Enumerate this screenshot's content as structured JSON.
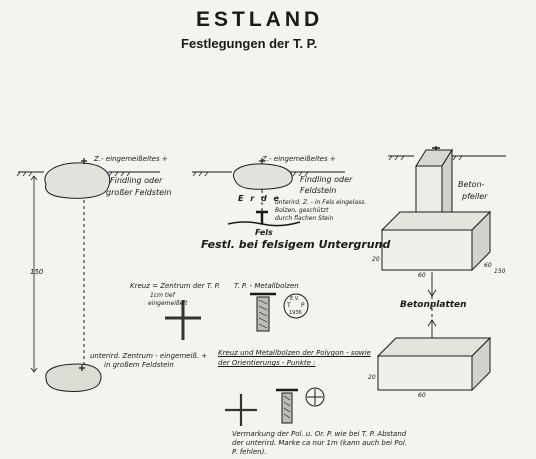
{
  "header": {
    "title": "ESTLAND",
    "subtitle": "Festlegungen der T. P."
  },
  "left_panel": {
    "mark_label": "Z.- eingemeißeltes +",
    "boulder_label_1": "Findling oder",
    "boulder_label_2": "großer Feldstein",
    "depth_label": "150",
    "under_label_1": "unterird. Zentrum - eingemeiß. +",
    "under_label_2": "in großem Feldstein"
  },
  "middle_panel": {
    "mark_label": "Z.- eingemeißeltes +",
    "boulder_label_1": "Findling oder",
    "boulder_label_2": "Feldstein",
    "earth_label": "E r d e",
    "bolt_note_1": "unterird. Z. - in Fels eingelass.",
    "bolt_note_2": "Bolzen, geschützt",
    "bolt_note_3": "durch flachen Stein",
    "rock_label": "Fels",
    "caption": "Festl. bei felsigem Untergrund"
  },
  "center_panel": {
    "cross_label_1": "Kreuz = Zentrum der T. P.",
    "cross_label_2": "1cm tief",
    "cross_label_3": "eingemeißelt",
    "bolt_label": "T. P. - Metallbolzen",
    "bolt_letters": [
      "E.V.",
      "T",
      "P",
      "1936"
    ],
    "polygon_heading_1": "Kreuz und Metallbolzen der Polygon - sowie",
    "polygon_heading_2": "der Orientierungs - Punkte :",
    "note_1": "Vermarkung der Pol. u. Or. P. wie bei T. P. Abstand",
    "note_2": "der unterird. Marke ca nur 1m (kann auch bei Pol.",
    "note_3": "P. fehlen)."
  },
  "right_panel": {
    "pillar_label_1": "Beton-",
    "pillar_label_2": "pfeiler",
    "slab_label": "Betonplatten",
    "dim_top_width": "60",
    "dim_top_depth": "60",
    "dim_top_height": "20",
    "dim_depth": "150",
    "dim_bottom_width": "60",
    "dim_bottom_height": "20"
  }
}
